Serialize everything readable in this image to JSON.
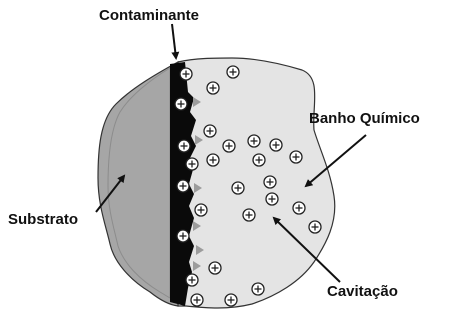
{
  "labels": {
    "contaminante": "Contaminante",
    "banho_quimico": "Banho Químico",
    "substrato": "Substrato",
    "cavitacao": "Cavitação"
  },
  "colors": {
    "substrato_fill": "#a6a6a6",
    "bath_fill": "#e4e4e4",
    "contaminant_fill": "#0a0a0a",
    "ion_fill": "#ffffff",
    "ion_stroke": "#222222",
    "bubble_fill": "#9c9c9c"
  },
  "ion_symbol": "plus-circle-icon",
  "ion_count": 27
}
